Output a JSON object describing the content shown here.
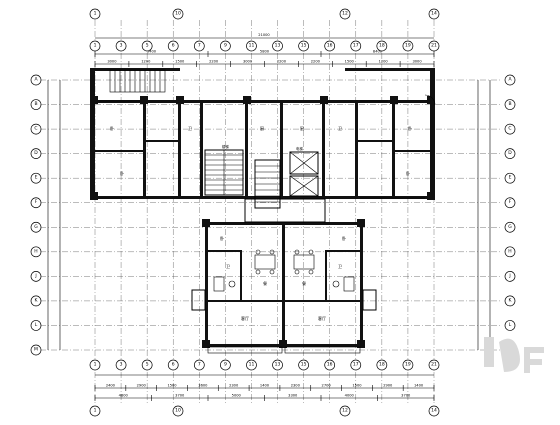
{
  "drawing": {
    "overall_width": "21000"
  },
  "grid": {
    "top_axes": [
      "1",
      "3",
      "5",
      "6",
      "7",
      "9",
      "11",
      "13",
      "15",
      "16",
      "17",
      "18",
      "19",
      "21"
    ],
    "top_major": [
      "1",
      "10",
      "12",
      "14"
    ],
    "left_axes": [
      "A",
      "B",
      "C",
      "D",
      "E",
      "F",
      "G",
      "H",
      "J",
      "K",
      "L",
      "M"
    ],
    "right_axes": [
      "A",
      "B",
      "C",
      "D",
      "E",
      "F",
      "G",
      "H",
      "J",
      "K",
      "L",
      "M"
    ],
    "bottom_axes": [
      "1",
      "3",
      "5",
      "6",
      "7",
      "9",
      "11",
      "13",
      "15",
      "16",
      "17",
      "18",
      "19",
      "21"
    ],
    "bottom_major": [
      "1",
      "10",
      "12",
      "14"
    ]
  },
  "dimensions": {
    "top_row1": [
      "5400",
      "5800",
      "8400"
    ],
    "top_row2": [
      "3000",
      "1200",
      "1500",
      "2200",
      "3000",
      "2200",
      "2200",
      "1500",
      "1200",
      "3000"
    ],
    "bottom_row1": [
      "2400",
      "2900",
      "1500",
      "3600",
      "2300",
      "1400",
      "2300",
      "2700",
      "1500",
      "2900",
      "1400"
    ],
    "bottom_row2": [
      "4800",
      "3700",
      "5000",
      "3300",
      "4000",
      "3700"
    ]
  },
  "rooms": {
    "upper": [
      "卧",
      "卧",
      "卫",
      "卫",
      "卧",
      "卧",
      "厨",
      "厨"
    ],
    "lower": [
      "客厅",
      "客厅",
      "餐",
      "餐",
      "卧",
      "卧",
      "卫",
      "卫"
    ]
  },
  "labels": {
    "stair": "楼梯",
    "elevator": "电梯"
  }
}
